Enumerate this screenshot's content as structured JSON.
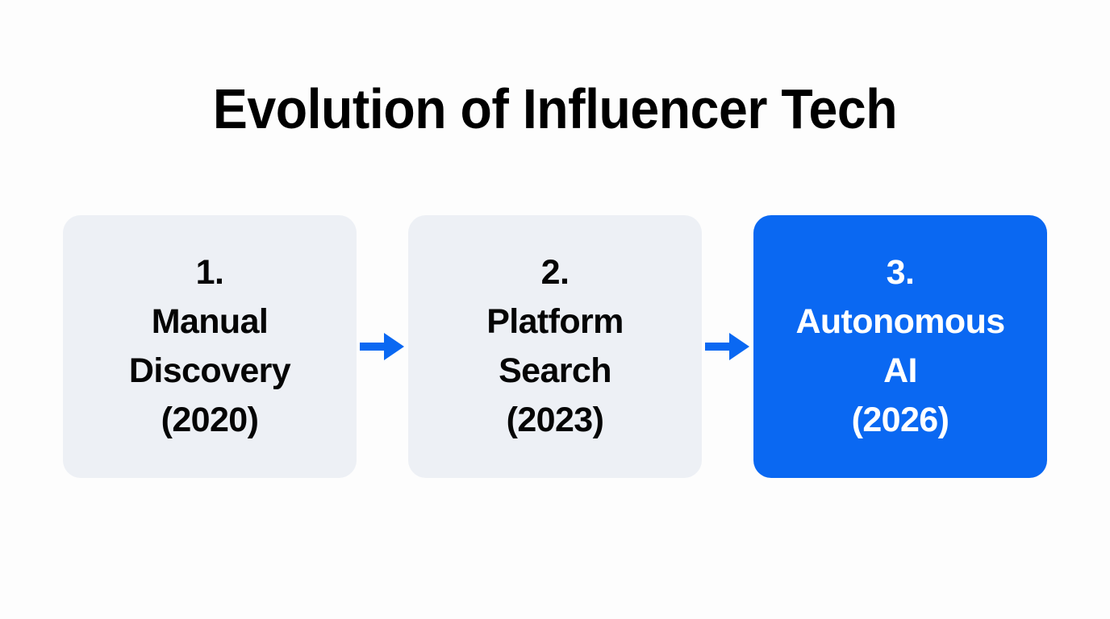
{
  "slide": {
    "title": "Evolution of Influencer Tech",
    "background_color": "#fdfdfd",
    "accent_color": "#0a68f2",
    "neutral_card_color": "#edf0f5",
    "text_color": "#050505",
    "highlight_text_color": "#ffffff"
  },
  "steps": [
    {
      "index_label": "1.",
      "name_line_1": "Manual",
      "name_line_2": "Discovery",
      "year_label": "(2020)",
      "state": "neutral"
    },
    {
      "index_label": "2.",
      "name_line_1": "Platform",
      "name_line_2": "Search",
      "year_label": "(2023)",
      "state": "neutral"
    },
    {
      "index_label": "3.",
      "name_line_1": "Autonomous",
      "name_line_2": "AI",
      "year_label": "(2026)",
      "state": "highlight"
    }
  ],
  "connectors": [
    {
      "direction": "right",
      "color": "#0a68f2"
    },
    {
      "direction": "right",
      "color": "#0a68f2"
    }
  ]
}
